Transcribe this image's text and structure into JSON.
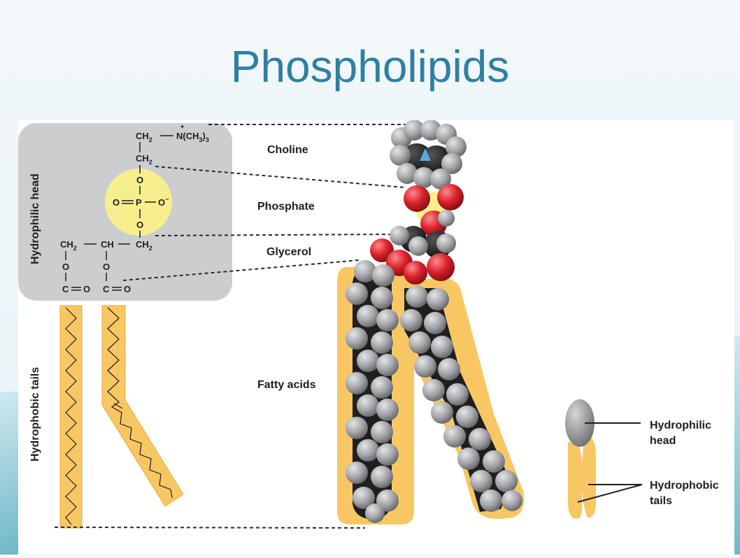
{
  "title": "Phospholipids",
  "labels": {
    "hydrophilic_head_vertical": "Hydrophilic head",
    "hydrophobic_tails_vertical": "Hydrophobic tails",
    "choline": "Choline",
    "phosphate": "Phosphate",
    "glycerol": "Glycerol",
    "fatty_acids": "Fatty acids",
    "legend_head_line1": "Hydrophilic",
    "legend_head_line2": "head",
    "legend_tails_line1": "Hydrophobic",
    "legend_tails_line2": "tails"
  },
  "chem": {
    "ch2": "CH",
    "ch": "CH",
    "two": "2",
    "three": "3",
    "nme3": "N(CH",
    "close_paren": ")",
    "plus": "+",
    "o": "O",
    "p": "P",
    "o_minus": "O",
    "minus": "−",
    "c": "C",
    "dash": "—",
    "dbl": "═"
  },
  "colors": {
    "title": "#2f7fa3",
    "head_panel": "#cccdcf",
    "phosphate_circle": "#f7ee8e",
    "tail": "#f8c764",
    "tail_stroke": "#e6a93a",
    "carbon": "#1f1f1f",
    "hydrogen": "#a4a5a8",
    "oxygen": "#d9232b",
    "nitrogen": "#5aa9dd",
    "phosphorus": "#f7ee8e",
    "legend_head": "#9c9da0"
  }
}
